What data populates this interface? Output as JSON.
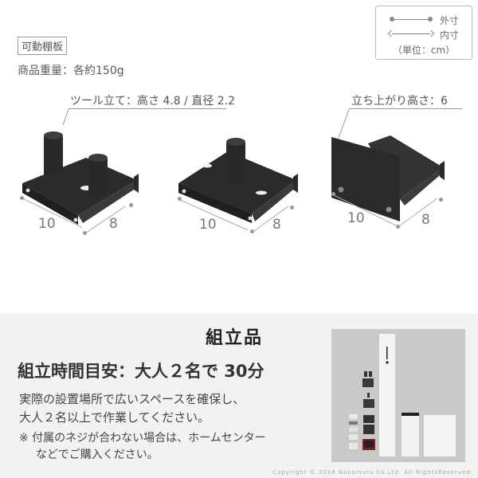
{
  "legend": {
    "outer_label": "外寸",
    "inner_label": "内寸",
    "unit_label": "（単位：cm）"
  },
  "product": {
    "tag": "可動棚板",
    "weight": "商品重量：各約150g"
  },
  "callouts": {
    "tool_stand": "ツール立て：高さ 4.8 / 直径 2.2",
    "rise_height": "立ち上がり高さ：6"
  },
  "items": [
    {
      "name": "two-peg-shelf",
      "width": "10",
      "depth": "8"
    },
    {
      "name": "one-peg-shelf",
      "width": "10",
      "depth": "8"
    },
    {
      "name": "raised-edge-shelf",
      "width": "10",
      "depth": "8"
    }
  ],
  "assembly": {
    "title": "組立品",
    "time": "組立時間目安：大人２名で 30分",
    "desc_line1": "実際の設置場所で広いスペースを確保し、",
    "desc_line2": "大人２名以上で作業してください。",
    "note_line1": "※ 付属のネジが合わない場合は、ホームセンター",
    "note_line2": "などでご購入ください。",
    "copyright": "Copyright © 2018 Nakamura Co.Ltd. All RightsReserved."
  },
  "colors": {
    "panel_bg": "#f2f2f2",
    "metal": "#2b2b2d",
    "photo_bg": "#c9c9c9"
  }
}
